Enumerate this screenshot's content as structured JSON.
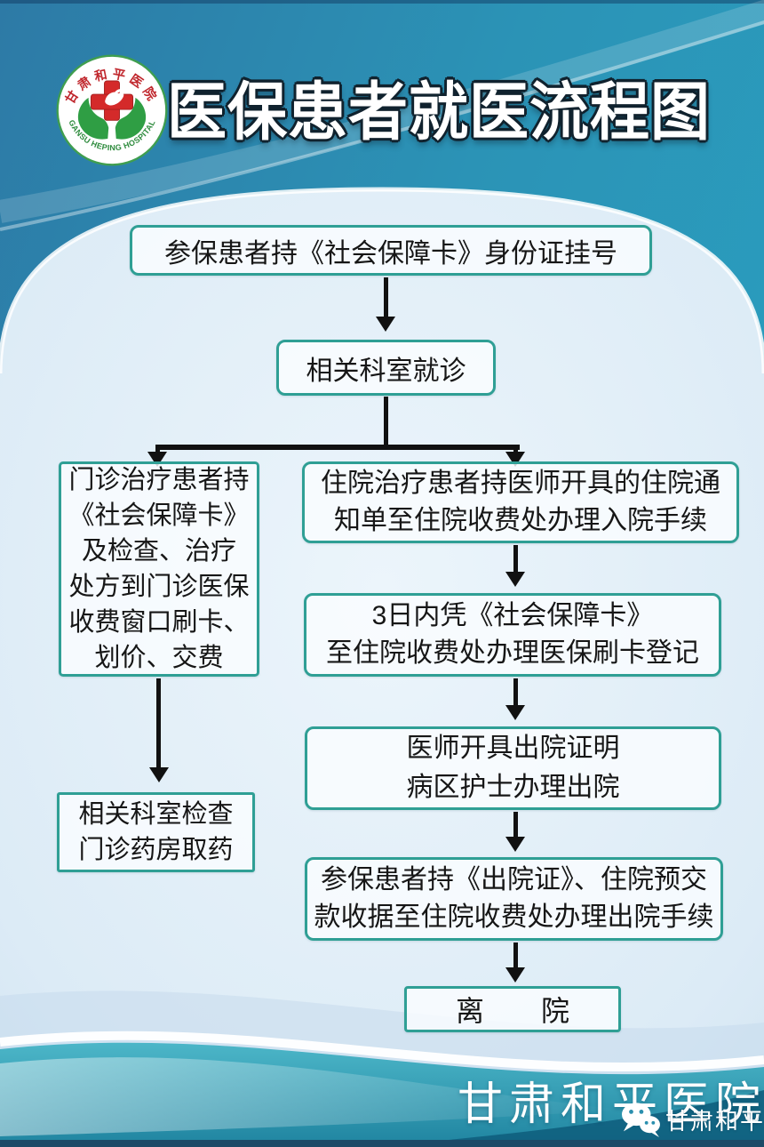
{
  "title": "医保患者就医流程图",
  "logo": {
    "ring_top": "甘肃和平医院",
    "ring_bottom": "GANSU HEPING HOSPITAL"
  },
  "flow": {
    "register": "参保患者持《社会保障卡》身份证挂号",
    "department": "相关科室就诊",
    "outpatient": "门诊治疗患者持\n《社会保障卡》\n及检查、治疗\n处方到门诊医保\n收费窗口刷卡、\n划价、交费",
    "outpatient_follow": "相关科室检查\n门诊药房取药",
    "admission": "住院治疗患者持医师开具的住院通\n知单至住院收费处办理入院手续",
    "card_registration": "3日内凭《社会保障卡》\n至住院收费处办理医保刷卡登记",
    "discharge_certificate": "医师开具出院证明\n病区护士办理出院",
    "discharge_procedure": "参保患者持《出院证》、住院预交\n款收据至住院收费处办理出院手续",
    "leave": "离　　院"
  },
  "footer": {
    "hospital_name": "甘肃和平医院",
    "wechat_account": "甘肃和平医院"
  },
  "colors": {
    "box_border": "#2f9f95",
    "arrow": "#111111",
    "top_teal": "#2b93b6",
    "light_panel": "#e3eff8",
    "swoosh_teal": "#2391ad",
    "bottom_strip": "#1c4a67",
    "title_fill": "#ffffff",
    "logo_red": "#d42a2a",
    "logo_green": "#2f9e44"
  }
}
